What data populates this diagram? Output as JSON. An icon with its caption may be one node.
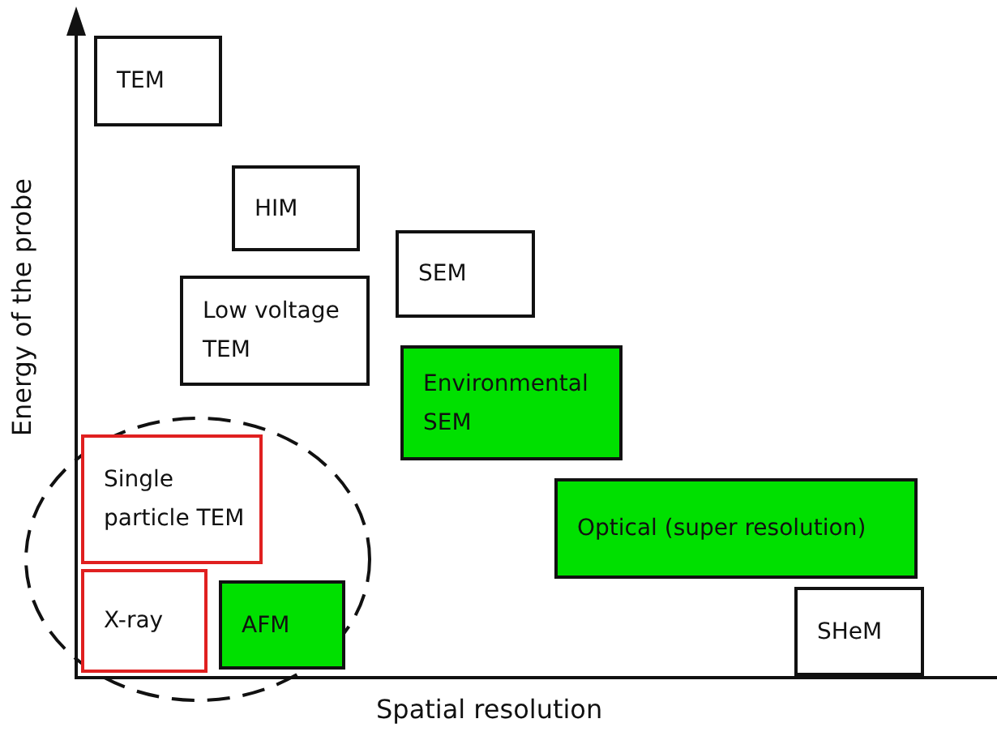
{
  "diagram": {
    "nodes": [
      {
        "text": [
          "TEM"
        ]
      },
      {
        "text": [
          "HIM"
        ]
      },
      {
        "text": [
          "SEM"
        ]
      },
      {
        "text": [
          "Low voltage TEM"
        ]
      },
      {
        "text": [
          "Environmental SEM"
        ]
      },
      {
        "text": [],
        "shape": "circle"
      },
      {
        "text": [
          "Single particle TEM"
        ],
        "in": 5
      },
      {
        "text": [
          "Optical (super resolution)"
        ]
      },
      {
        "text": [
          "X-ray"
        ],
        "in": 5
      },
      {
        "text": [
          "AFM"
        ],
        "in": 5
      },
      {
        "text": [
          "SHeM"
        ]
      }
    ],
    "edges": [],
    "labels": [
      "Energy of the probe",
      "Spatial resolution"
    ]
  }
}
